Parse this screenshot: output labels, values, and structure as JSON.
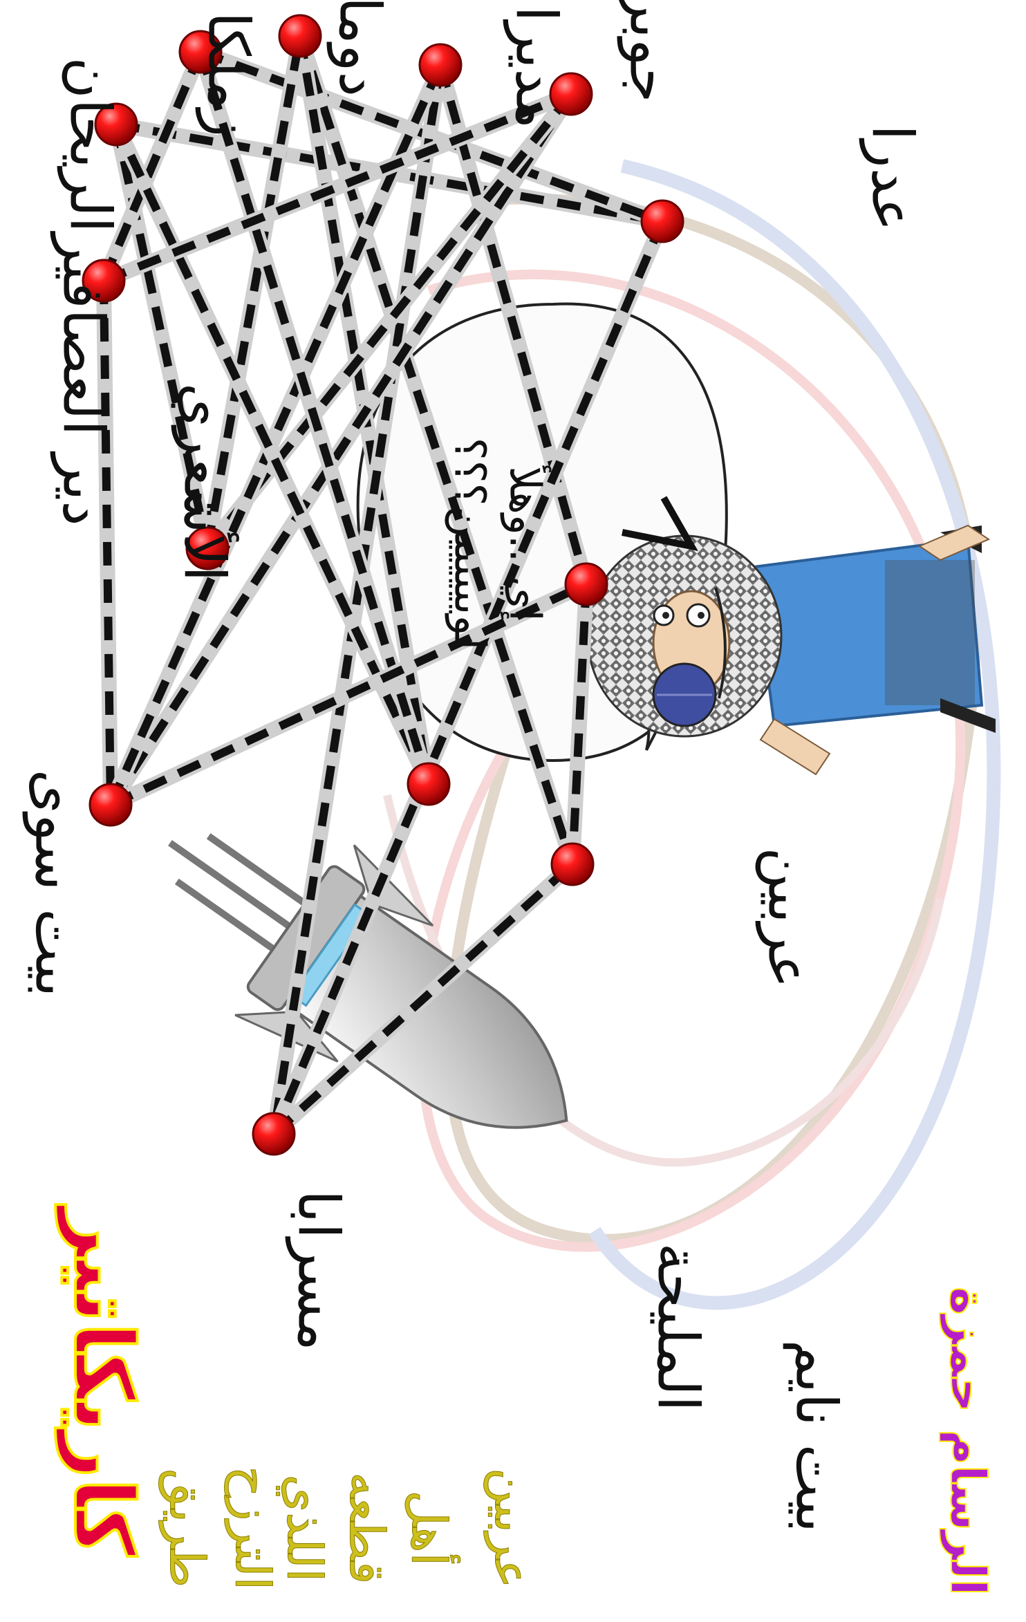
{
  "places": [
    "الريحان",
    "زملكا",
    "دوما",
    "مديرا",
    "جوبر",
    "عدرا",
    "دير العصافير",
    "الأشعري",
    "عربين",
    "بيت سوى",
    "مسرابا",
    "المليحة",
    "بيت نايم"
  ],
  "speech_bubble": {
    "line1": "إي...وهلأ",
    "line2": "لويييييين؟؟؟"
  },
  "brand": "كاريكاتير",
  "tagline": [
    "طريق",
    "الترزح",
    "اللذي",
    "قطعه",
    "أهل",
    "عربين"
  ],
  "artist": "الرسام حمزة",
  "colors": {
    "node": "#e0000e",
    "route": "#111111",
    "route_base": "#cfcfcf",
    "brand": "#e3003a",
    "tagline": "#cdbf1c",
    "artist": "#b51fc9"
  },
  "icons": [
    "rocket-icon",
    "character-figure",
    "speech-bubble",
    "arrow-icon"
  ]
}
